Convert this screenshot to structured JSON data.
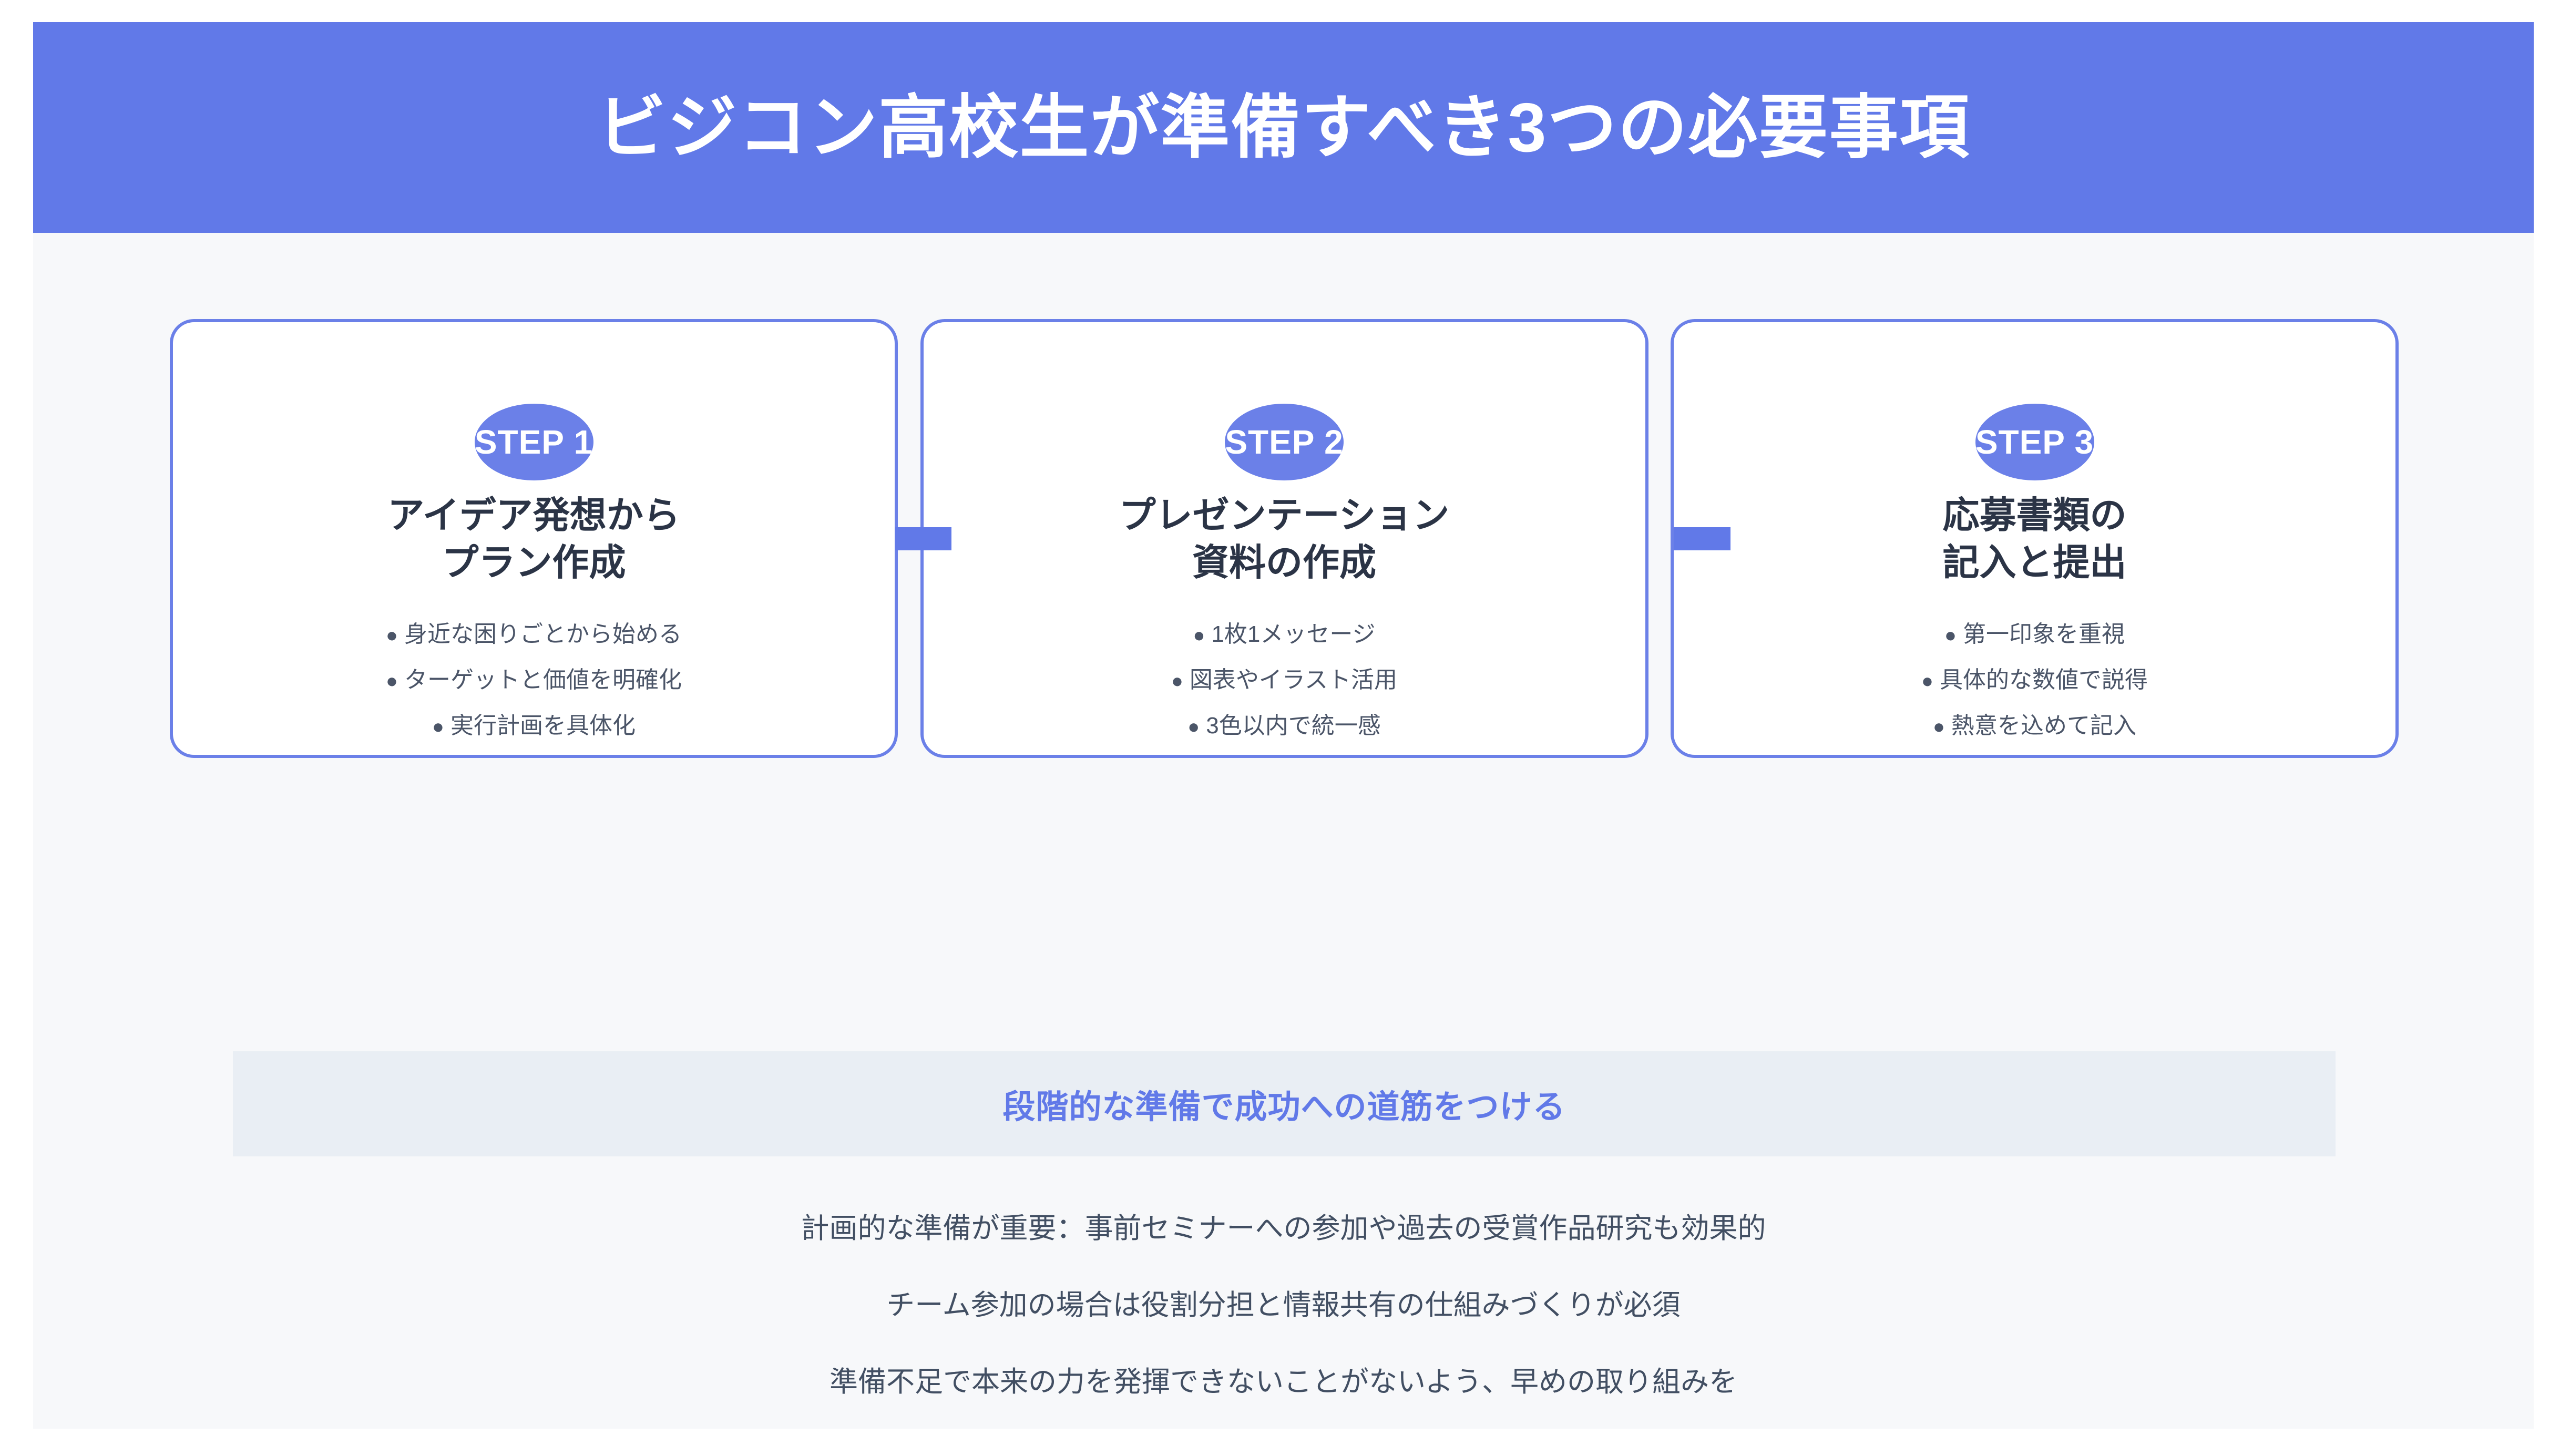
{
  "header": {
    "title": "ビジコン高校生が準備すべき3つの必要事項",
    "bg_color": "#6179e8",
    "text_color": "#ffffff"
  },
  "theme": {
    "page_bg": "#f7f8fa",
    "accent": "#6179e8",
    "card_border": "#6b80e8",
    "card_bg": "#ffffff",
    "title_text": "#2b3446",
    "body_text": "#4b5568",
    "banner_bg": "#e9eef4"
  },
  "steps": [
    {
      "badge": "STEP 1",
      "title": "アイデア発想から\nプラン作成",
      "points": [
        "身近な困りごとから始める",
        "ターゲットと価値を明確化",
        "実行計画を具体化"
      ]
    },
    {
      "badge": "STEP 2",
      "title": "プレゼンテーション\n資料の作成",
      "points": [
        "1枚1メッセージ",
        "図表やイラスト活用",
        "3色以内で統一感"
      ]
    },
    {
      "badge": "STEP 3",
      "title": "応募書類の\n記入と提出",
      "points": [
        "第一印象を重視",
        "具体的な数値で説得",
        "熱意を込めて記入"
      ]
    }
  ],
  "banner": {
    "text": "段階的な準備で成功への道筋をつける"
  },
  "notes": [
    "計画的な準備が重要：事前セミナーへの参加や過去の受賞作品研究も効果的",
    "チーム参加の場合は役割分担と情報共有の仕組みづくりが必須",
    "準備不足で本来の力を発揮できないことがないよう、早めの取り組みを"
  ],
  "bullet_glyph": "●"
}
